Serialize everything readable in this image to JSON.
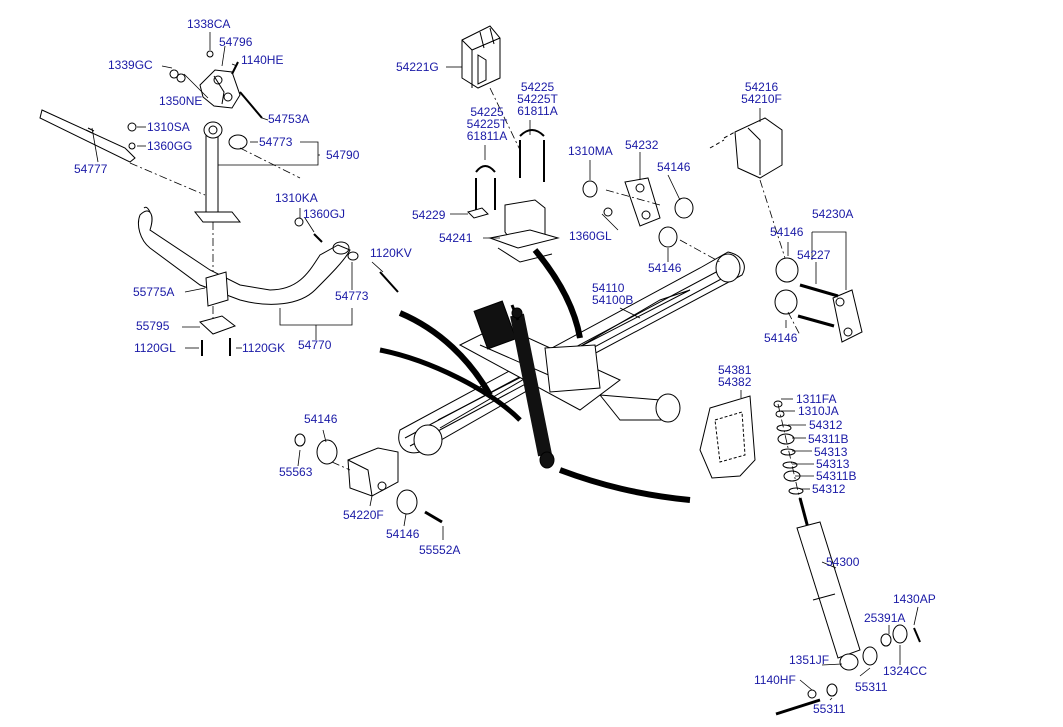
{
  "labels": {
    "p1338CA": "1338CA",
    "p54796": "54796",
    "p1339GC": "1339GC",
    "p1140HE": "1140HE",
    "p1350NE": "1350NE",
    "p54753A": "54753A",
    "p54221G": "54221G",
    "p1310SA": "1310SA",
    "p1360GG": "1360GG",
    "p54773a": "54773",
    "p54790": "54790",
    "p54777": "54777",
    "p1310KA": "1310KA",
    "p1360GJ": "1360GJ",
    "p1120KV": "1120KV",
    "p54773b": "54773",
    "p55775A": "55775A",
    "p55795": "55795",
    "p1120GL": "1120GL",
    "p1120GK": "1120GK",
    "p54770": "54770",
    "p54225a": "54225",
    "p54225Ta": "54225T",
    "p61811Aa": "61811A",
    "p54225b": "54225",
    "p54225Tb": "54225T",
    "p61811Ab": "61811A",
    "p54229": "54229",
    "p54241": "54241",
    "p1310MA": "1310MA",
    "p1360GL": "1360GL",
    "p54232": "54232",
    "p54146a": "54146",
    "p54146b": "54146",
    "p54216": "54216",
    "p54210F": "54210F",
    "p54230A": "54230A",
    "p54146c": "54146",
    "p54227": "54227",
    "p54146d": "54146",
    "p54110": "54110",
    "p54100B": "54100B",
    "p54381": "54381",
    "p54382": "54382",
    "p1311FA": "1311FA",
    "p1310JA": "1310JA",
    "p54312a": "54312",
    "p54311Ba": "54311B",
    "p54313a": "54313",
    "p54313b": "54313",
    "p54311Bb": "54311B",
    "p54312b": "54312",
    "p54146e": "54146",
    "p55563": "55563",
    "p54220F": "54220F",
    "p54146f": "54146",
    "p55552A": "55552A",
    "p54300": "54300",
    "p1430AP": "1430AP",
    "p25391A": "25391A",
    "p1351JF": "1351JF",
    "p1324CC": "1324CC",
    "p1140HF": "1140HF",
    "p55311a": "55311",
    "p55311b": "55311"
  },
  "colors": {
    "label_text": "#1a1aa6",
    "line_art": "#000000",
    "background": "#ffffff"
  }
}
